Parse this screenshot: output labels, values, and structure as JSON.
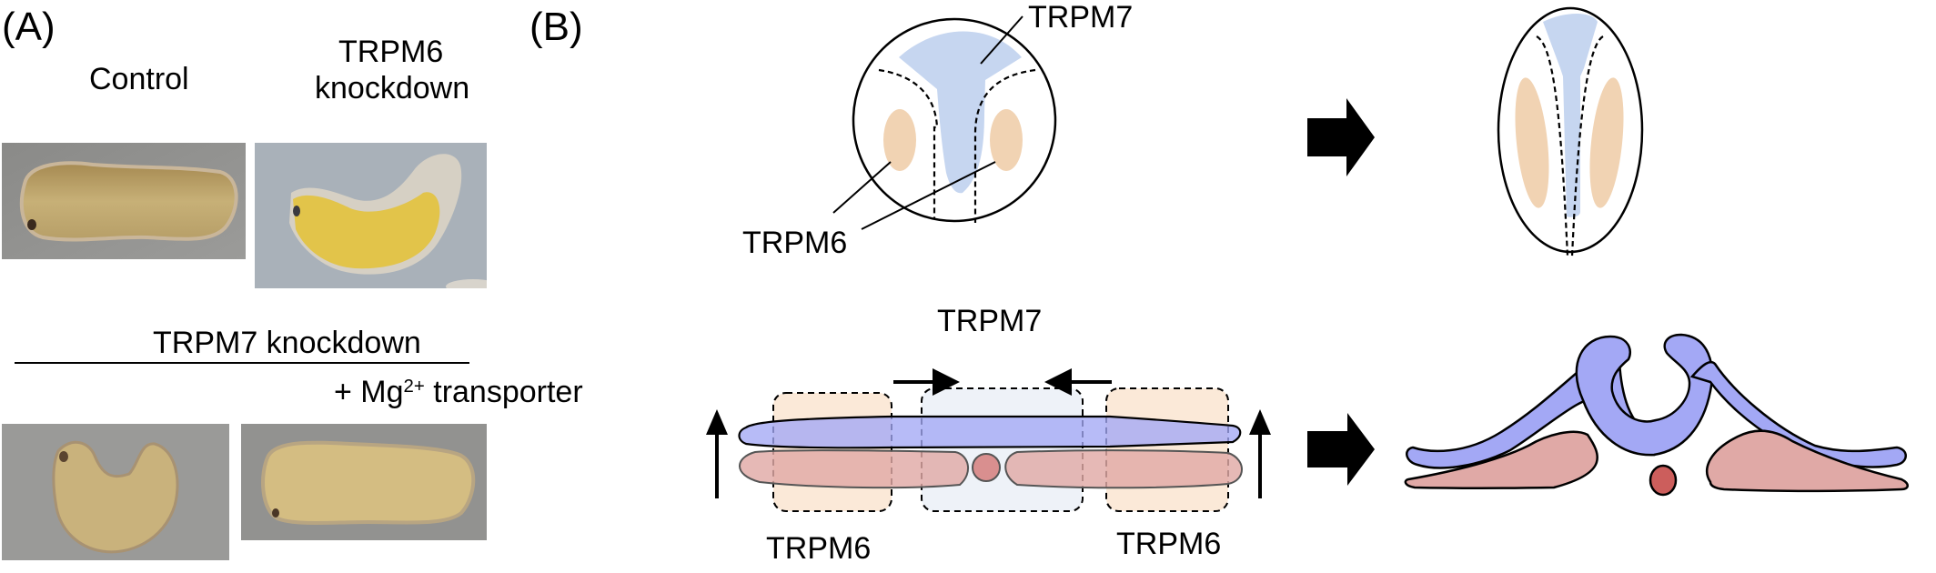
{
  "panel_a": {
    "letter": "(A)",
    "control_label": "Control",
    "trpm6_label_line1": "TRPM6",
    "trpm6_label_line2": "knockdown",
    "trpm7_group_label": "TRPM7 knockdown",
    "rescue_label_prefix": "+ Mg",
    "rescue_label_sup": "2+",
    "rescue_label_suffix": " transporter",
    "photos": [
      {
        "name": "control",
        "description": "straight elongated tadpole embryo",
        "bg": "#8f8f8d",
        "body": "#c9b27a"
      },
      {
        "name": "trpm6-knockdown",
        "description": "bent embryo with yellow ventral side",
        "bg": "#a9b0b8",
        "body": "#e3c446"
      },
      {
        "name": "trpm7-knockdown",
        "description": "strongly curved embryo",
        "bg": "#9a9a98",
        "body": "#c8b07a"
      },
      {
        "name": "trpm7-knockdown-mg-transporter",
        "description": "rescued straight embryo",
        "bg": "#929290",
        "body": "#d4bd82"
      }
    ]
  },
  "panel_b": {
    "letter": "(B)",
    "top_left": {
      "trpm7_label": "TRPM7",
      "trpm6_label": "TRPM6"
    },
    "bottom_left": {
      "trpm7_label": "TRPM7",
      "trpm6_left_label": "TRPM6",
      "trpm6_right_label": "TRPM6"
    },
    "colors": {
      "trpm7_blue": "#c6d6f0",
      "trpm6_peach": "#f1d3b3",
      "neural_plate_blue": "#a3a8f5",
      "mesoderm_pink": "#e0a9a6",
      "notochord_red": "#cc5e5c",
      "trpm6_box_fill": "#fbe9d8",
      "trpm7_box_fill": "#eef2f8"
    }
  }
}
